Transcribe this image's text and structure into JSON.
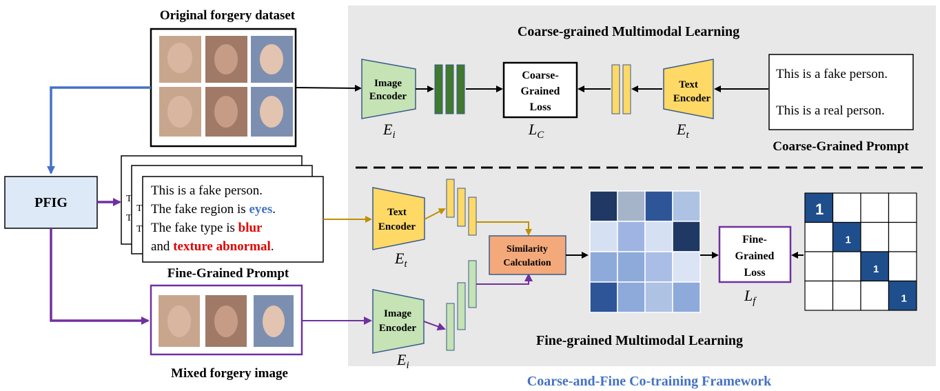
{
  "labels": {
    "original_dataset": "Original forgery dataset",
    "coarse_title": "Coarse-grained Multimodal Learning",
    "fine_title": "Fine-grained Multimodal Learning",
    "framework_title": "Coarse-and-Fine Co-training Framework",
    "pfig": "PFIG",
    "fine_prompt_caption": "Fine-Grained Prompt",
    "mixed_caption": "Mixed forgery image",
    "coarse_prompt_caption": "Coarse-Grained Prompt"
  },
  "coarse": {
    "image_encoder": [
      "Image",
      "Encoder"
    ],
    "image_encoder_symbol": "E",
    "image_encoder_sub": "i",
    "loss": [
      "Coarse-",
      "Grained",
      "Loss"
    ],
    "loss_symbol": "L",
    "loss_sub": "C",
    "text_encoder": [
      "Text",
      "Encoder"
    ],
    "text_encoder_symbol": "E",
    "text_encoder_sub": "t",
    "prompt_lines": [
      "This is a fake person.",
      "This is a real person."
    ]
  },
  "fine": {
    "text_encoder": [
      "Text",
      "Encoder"
    ],
    "text_encoder_symbol": "E",
    "text_encoder_sub": "t",
    "image_encoder": [
      "Image",
      "Encoder"
    ],
    "image_encoder_symbol": "E",
    "image_encoder_sub": "i",
    "similarity": [
      "Similarity",
      "Calculation"
    ],
    "loss": [
      "Fine-",
      "Grained",
      "Loss"
    ],
    "loss_symbol": "L",
    "loss_sub": "f",
    "prompt": {
      "line1": "This is a fake person.",
      "line2_prefix": "The fake region is ",
      "line2_keyword": "eyes",
      "line2_suffix": ".",
      "line3_prefix": "The fake type is ",
      "line3_keyword": "blur",
      "line4_prefix": "and ",
      "line4_keyword": "texture abnormal",
      "line4_suffix": "."
    },
    "identity_label": "1"
  },
  "colors": {
    "panel_bg": "#e8e8e8",
    "image_encoder": "#c5e3b4",
    "text_encoder": "#ffd966",
    "coarse_feature": "#3f7a2e",
    "text_feature": "#ffd966",
    "fine_image_feature": "#c5e3b4",
    "similarity": "#f4a97a",
    "pfig_fill": "#dde9f7",
    "blue_arrow": "#4472c4",
    "purple": "#7030a0",
    "gold_arrow": "#bf8f00",
    "region_keyword": "#4472c4",
    "type_keyword": "#e00000",
    "framework_title": "#4472c4",
    "identity_fill": "#1f4e8c"
  },
  "similarity_matrix": [
    [
      "#1f3864",
      "#a5b4c8",
      "#2e5597",
      "#aec2e4"
    ],
    [
      "#d6e0f3",
      "#9fb4e2",
      "#d6e0f3",
      "#1f3864"
    ],
    [
      "#8eaadb",
      "#8eaadb",
      "#a9bde6",
      "#dbe4f5"
    ],
    [
      "#2e5597",
      "#8eaadb",
      "#aec2e4",
      "#8eaadb"
    ]
  ]
}
